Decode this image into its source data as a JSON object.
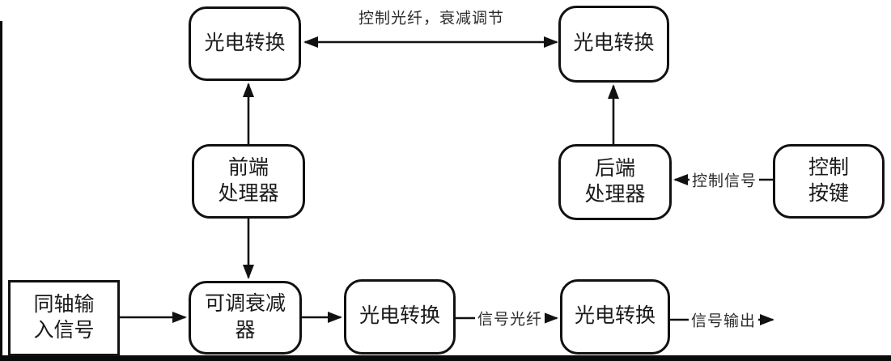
{
  "diagram": {
    "title_note": "optical signal transmission block diagram",
    "nodes": {
      "pe_top_left": {
        "label": "光电转换"
      },
      "pe_top_right": {
        "label": "光电转换"
      },
      "front_processor": {
        "label": "前端\n处理器"
      },
      "back_processor": {
        "label": "后端\n处理器"
      },
      "control_keys": {
        "label": "控制\n按键"
      },
      "coax_input": {
        "label": "同轴输\n入信号"
      },
      "attenuator": {
        "label": "可调衰减\n器"
      },
      "pe_bottom_left": {
        "label": "光电转换"
      },
      "pe_bottom_right": {
        "label": "光电转换"
      }
    },
    "edge_labels": {
      "control_fiber": "控制光纤，衰减调节",
      "control_signal": "控制信号",
      "signal_fiber": "信号光纤",
      "signal_output": "信号输出"
    },
    "colors": {
      "line": "#111111",
      "background": "#ffffff",
      "text": "#1a1a1a"
    }
  }
}
